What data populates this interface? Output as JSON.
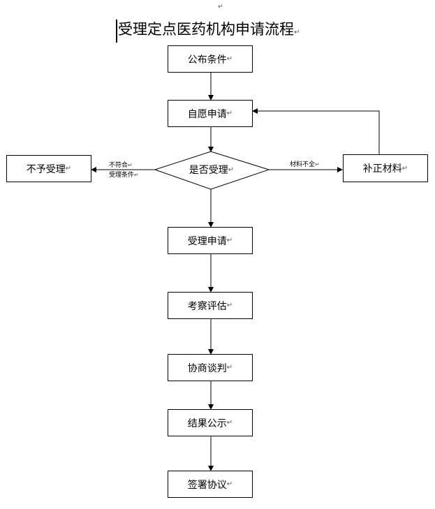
{
  "title": "受理定点医药机构申请流程",
  "para_mark": "↵",
  "steps": {
    "publish": "公布条件",
    "apply": "自愿申请",
    "decision": "是否受理",
    "accept": "受理申请",
    "evaluate": "考察评估",
    "negotiate": "协商谈判",
    "publicize": "结果公示",
    "sign": "签署协议",
    "reject": "不予受理",
    "supplement": "补正材料"
  },
  "labels": {
    "not_meet_1": "不符合",
    "not_meet_2": "受理条件",
    "incomplete": "材料不全"
  }
}
